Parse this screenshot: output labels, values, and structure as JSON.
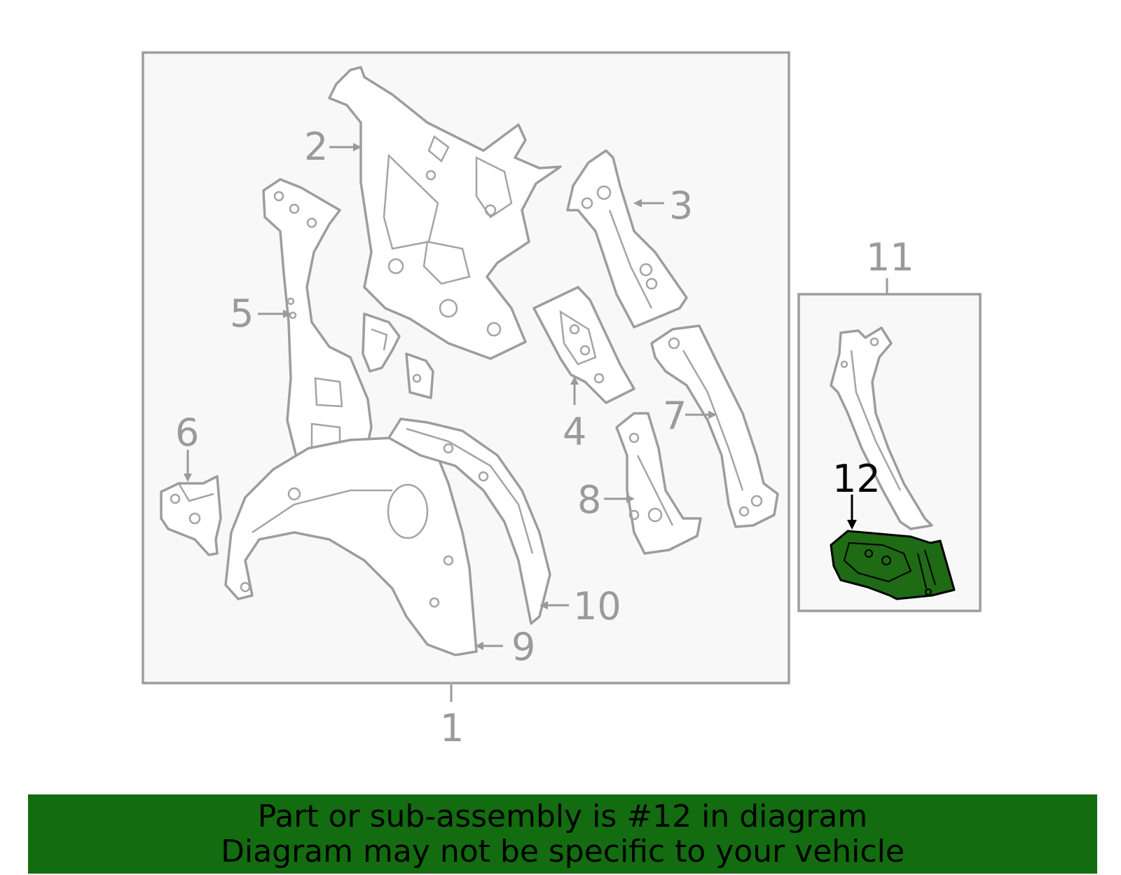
{
  "diagram": {
    "callouts": {
      "c1": "1",
      "c2": "2",
      "c3": "3",
      "c4": "4",
      "c5": "5",
      "c6": "6",
      "c7": "7",
      "c8": "8",
      "c9": "9",
      "c10": "10",
      "c11": "11",
      "c12": "12"
    },
    "highlighted_part": "12",
    "colors": {
      "highlight_fill": "#1f6a14",
      "banner_bg": "#136c10",
      "line_gray": "#9d9d9d",
      "panel_bg": "#f8f8f8"
    }
  },
  "banner": {
    "line1": "Part or sub-assembly is #12 in diagram",
    "line2": "Diagram may not be specific to your vehicle"
  }
}
